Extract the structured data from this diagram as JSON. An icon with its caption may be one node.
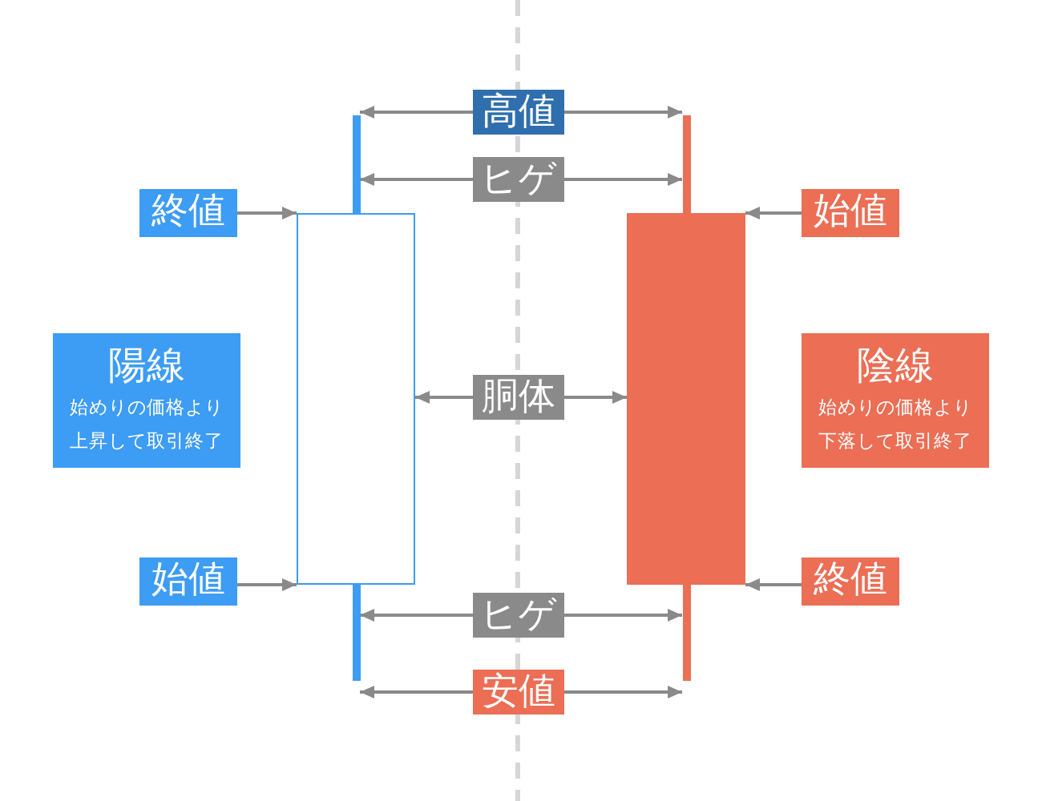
{
  "diagram": {
    "nodes": [
      {
        "text": [
          "陽線",
          "始めりの価格より上昇して取引終了"
        ]
      },
      {
        "text": [
          "陰線",
          "始めりの価格より下落して取引終了"
        ]
      },
      {
        "text": [],
        "shape": "bar"
      },
      {
        "text": [],
        "shape": "box"
      },
      {
        "text": [],
        "shape": "bar"
      },
      {
        "text": [],
        "shape": "bar"
      },
      {
        "text": [],
        "shape": "box"
      },
      {
        "text": [],
        "shape": "bar"
      },
      {
        "text": [
          "終値"
        ]
      },
      {
        "text": [
          "始値"
        ]
      },
      {
        "text": [
          "始値"
        ]
      },
      {
        "text": [
          "終値"
        ]
      },
      {
        "text": [
          "高値"
        ]
      },
      {
        "text": [
          "ヒゲ"
        ]
      },
      {
        "text": [
          "胴体"
        ]
      },
      {
        "text": [
          "ヒゲ"
        ]
      },
      {
        "text": [
          "安値"
        ]
      }
    ],
    "edges": [
      {
        "from": 8,
        "to": 3,
        "arrow": "to"
      },
      {
        "from": 9,
        "to": 3,
        "arrow": "to"
      },
      {
        "from": 10,
        "to": 6,
        "arrow": "to"
      },
      {
        "from": 11,
        "to": 6,
        "arrow": "to"
      },
      {
        "from": 12,
        "to": 2,
        "arrow": "to"
      },
      {
        "from": 12,
        "to": 5,
        "arrow": "to"
      },
      {
        "from": 13,
        "to": 2,
        "arrow": "to"
      },
      {
        "from": 13,
        "to": 5,
        "arrow": "to"
      },
      {
        "from": 14,
        "to": 3,
        "arrow": "to"
      },
      {
        "from": 14,
        "to": 6,
        "arrow": "to"
      },
      {
        "from": 15,
        "to": 4,
        "arrow": "to"
      },
      {
        "from": 15,
        "to": 7,
        "arrow": "to"
      },
      {
        "from": 16,
        "to": 4,
        "arrow": "to"
      },
      {
        "from": 16,
        "to": 7,
        "arrow": "to"
      }
    ]
  }
}
